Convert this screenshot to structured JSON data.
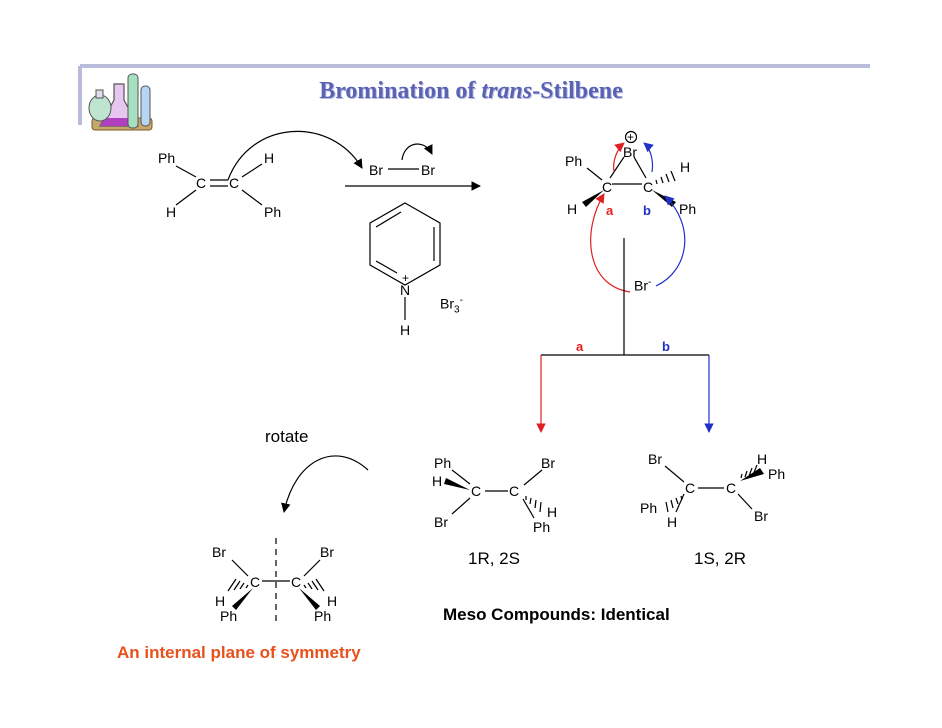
{
  "title": {
    "prefix": "Bromination of ",
    "italic": "trans",
    "suffix": "-Stilbene"
  },
  "reactant": {
    "ph1": "Ph",
    "h1": "H",
    "c1": "C",
    "c2": "C",
    "h2": "H",
    "ph2": "Ph"
  },
  "reagent": {
    "br1": "Br",
    "br2": "Br",
    "n": "N",
    "nh": "H",
    "counterion": "Br3-"
  },
  "bromonium": {
    "br": "Br",
    "ph_left": "Ph",
    "h_right": "H",
    "c_left": "C",
    "c_right": "C",
    "h_left": "H",
    "ph_right": "Ph",
    "path_a": "a",
    "path_b": "b",
    "bromide": "Br-"
  },
  "branch": {
    "a": "a",
    "b": "b"
  },
  "product_a": {
    "ph_top": "Ph",
    "br_top": "Br",
    "h_left": "H",
    "c1": "C",
    "c2": "C",
    "h_right": "H",
    "br_bottom": "Br",
    "ph_bottom": "Ph",
    "config": "1R, 2S"
  },
  "product_b": {
    "br_top": "Br",
    "h_top": "H",
    "ph_right": "Ph",
    "c1": "C",
    "c2": "C",
    "ph_left": "Ph",
    "br_right": "Br",
    "h_bottom": "H",
    "config": "1S, 2R"
  },
  "rotated": {
    "label": "rotate",
    "br_left": "Br",
    "br_right": "Br",
    "c1": "C",
    "c2": "C",
    "h_left": "H",
    "h_right": "H",
    "ph_left": "Ph",
    "ph_right": "Ph"
  },
  "conclusion": "Meso Compounds: Identical",
  "symmetry_note": "An internal plane of symmetry",
  "colors": {
    "title": "#5a62b4",
    "path_a": "#e02020",
    "path_b": "#2030c8",
    "symmetry_note": "#e8501c"
  }
}
